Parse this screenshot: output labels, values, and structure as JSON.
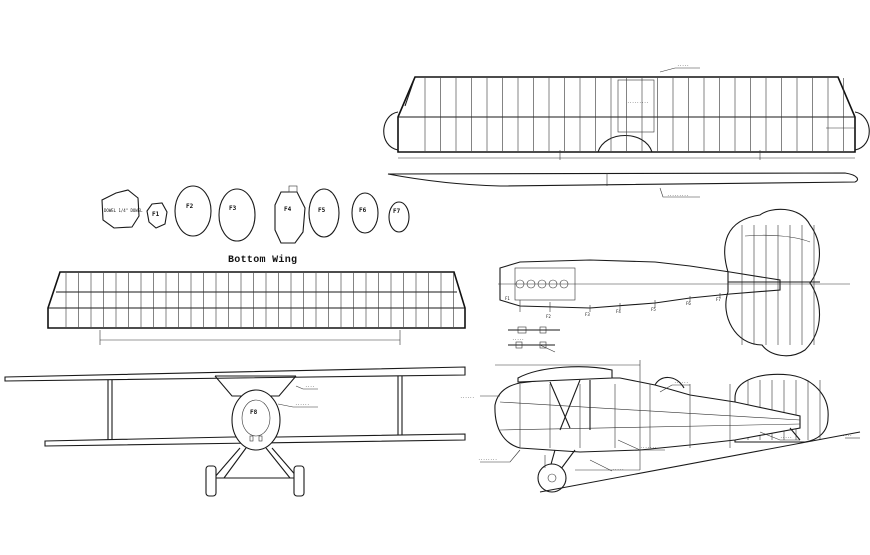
{
  "bottom_wing_title": "Bottom Wing",
  "former_labels": {
    "f1": "F1",
    "f2": "F2",
    "f3": "F3",
    "f4": "F4",
    "f5": "F5",
    "f6": "F6",
    "f7": "F7",
    "f8": "F8"
  },
  "dowel_note": "DOWEL 1/4\" DOWEL"
}
